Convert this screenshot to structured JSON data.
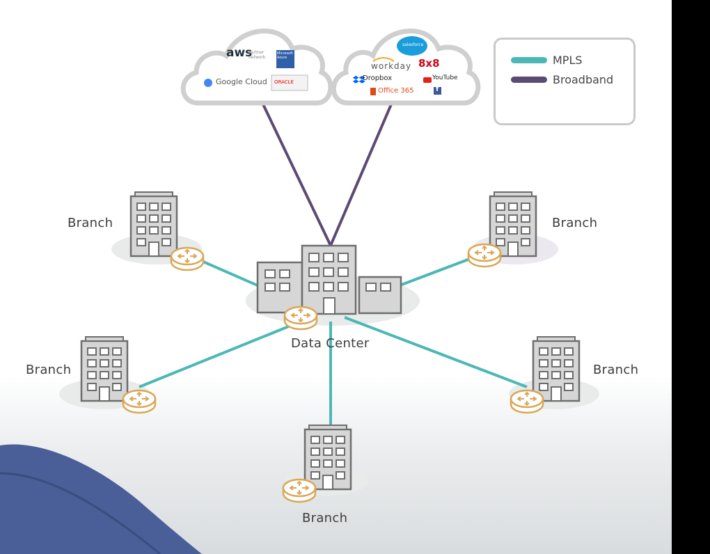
{
  "colors": {
    "mpls": "#4bb8b6",
    "broadband": "#5d4a74",
    "building_fill": "#d6d6d6",
    "building_stroke": "#6d6d6d",
    "router": "#d9a756",
    "cloud_stroke": "#cfcfcf"
  },
  "legend": {
    "mpls_label": "MPLS",
    "broadband_label": "Broadband"
  },
  "nodes": {
    "data_center_label": "Data Center",
    "branch_top_left": "Branch",
    "branch_top_right": "Branch",
    "branch_mid_left": "Branch",
    "branch_mid_right": "Branch",
    "branch_bottom": "Branch"
  },
  "cloud_left": {
    "aws": "aws",
    "aws_sub": "partner network",
    "azure": "Microsoft Azure",
    "google": "Google Cloud",
    "oracle": "ORACLE"
  },
  "cloud_right": {
    "salesforce": "salesforce",
    "workday": "workday",
    "eight": "8x8",
    "dropbox": "Dropbox",
    "youtube": "YouTube",
    "office": "Office 365",
    "facebook": "f"
  },
  "icons": [
    "router-icon",
    "building-icon",
    "cloud-icon"
  ]
}
